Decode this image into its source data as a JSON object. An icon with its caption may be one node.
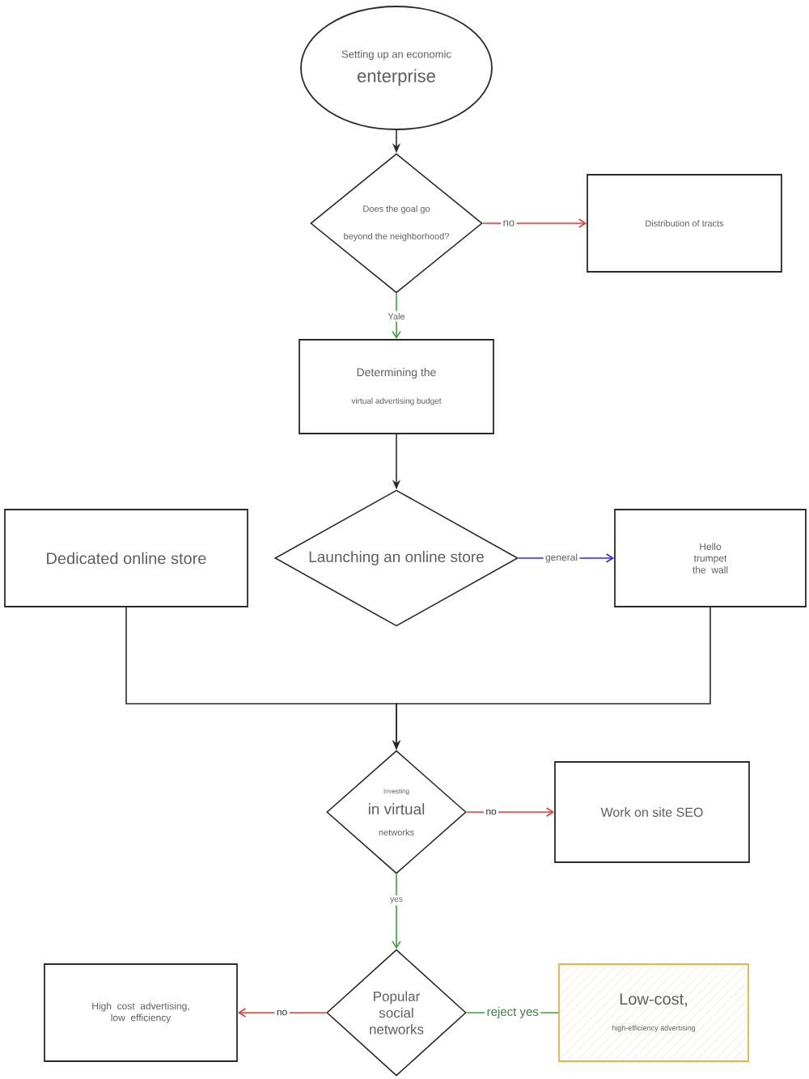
{
  "diagram": {
    "nodes": [
      {
        "text": [
          "Setting up an economic",
          "enterprise"
        ]
      },
      {
        "text": [
          "Does the goal go",
          "beyond the neighborhood?"
        ]
      },
      {
        "text": [
          "Distribution of tracts"
        ]
      },
      {
        "text": [
          "Determining the",
          "virtual advertising budget"
        ]
      },
      {
        "text": [
          "Launching an online store"
        ]
      },
      {
        "text": [
          "Dedicated online store"
        ]
      },
      {
        "text": [
          "Hello trumpet the wall"
        ]
      },
      {
        "text": [
          "Investing",
          "in virtual",
          "networks"
        ]
      },
      {
        "text": [
          "Work on site SEO"
        ]
      },
      {
        "text": [
          "Popular social networks"
        ]
      },
      {
        "text": [
          "High cost advertising, low efficiency"
        ]
      },
      {
        "text": [
          "Low-cost,",
          "high-efficiency advertising"
        ]
      }
    ],
    "edges": [
      {
        "from": 0,
        "to": 1,
        "arrow": "to"
      },
      {
        "from": 1,
        "to": 2,
        "arrow": "to",
        "label": "no",
        "color": "#e03a3a"
      },
      {
        "from": 1,
        "to": 3,
        "arrow": "to",
        "label": "Yale",
        "color": "#3aa33a"
      },
      {
        "from": 3,
        "to": 4,
        "arrow": "to"
      },
      {
        "from": 4,
        "to": 6,
        "arrow": "to",
        "label": "general",
        "color": "#2a2ae0"
      },
      {
        "from": 5,
        "to": 7,
        "arrow": "to"
      },
      {
        "from": 6,
        "to": 7,
        "arrow": "to"
      },
      {
        "from": 7,
        "to": 8,
        "arrow": "to",
        "label": "no",
        "color": "#e03a3a"
      },
      {
        "from": 7,
        "to": 9,
        "arrow": "to",
        "label": "yes",
        "color": "#3aa33a"
      },
      {
        "from": 9,
        "to": 10,
        "arrow": "to",
        "label": "no",
        "color": "#e03a3a"
      },
      {
        "from": 9,
        "to": 11,
        "arrow": "none",
        "label": "reject yes",
        "color": "#3aa33a"
      }
    ]
  }
}
